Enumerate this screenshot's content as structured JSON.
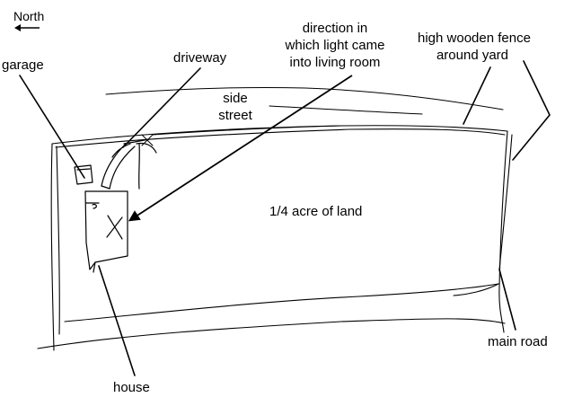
{
  "compass": {
    "label": "North",
    "arrow_icon": "arrow-left-icon"
  },
  "labels": {
    "garage": "garage",
    "driveway": "driveway",
    "side_street": [
      "side",
      "street"
    ],
    "light_direction": [
      "direction in",
      "which light came",
      "into living room"
    ],
    "fence": [
      "high wooden fence",
      "around yard"
    ],
    "land": "1/4 acre of land",
    "main_road": "main road",
    "house": "house"
  },
  "colors": {
    "ink": "#000000",
    "paper": "#ffffff"
  }
}
